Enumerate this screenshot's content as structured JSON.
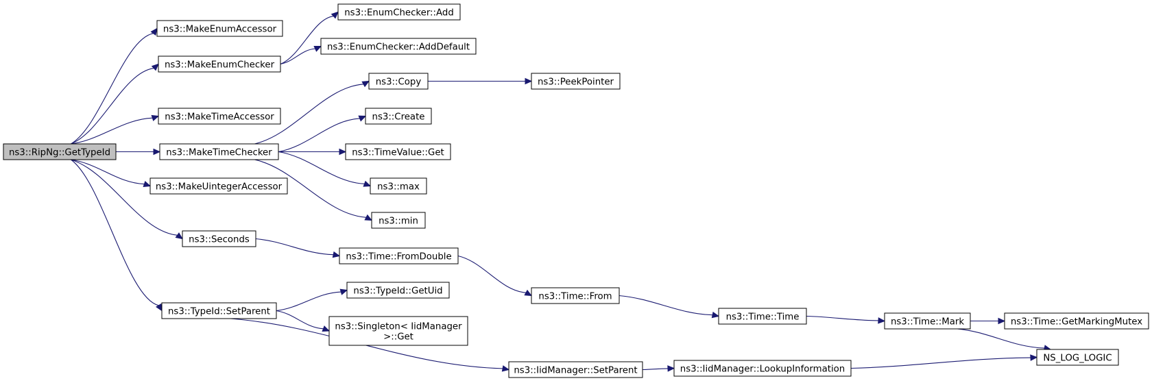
{
  "graph": {
    "nodes": [
      {
        "id": "getTypeId",
        "lines": [
          "ns3::RipNg::GetTypeId"
        ],
        "highlighted": true
      },
      {
        "id": "makeEnumAccessor",
        "lines": [
          "ns3::MakeEnumAccessor"
        ]
      },
      {
        "id": "makeEnumChecker",
        "lines": [
          "ns3::MakeEnumChecker"
        ]
      },
      {
        "id": "makeTimeAccessor",
        "lines": [
          "ns3::MakeTimeAccessor"
        ]
      },
      {
        "id": "makeTimeChecker",
        "lines": [
          "ns3::MakeTimeChecker"
        ]
      },
      {
        "id": "makeUintegerAccessor",
        "lines": [
          "ns3::MakeUintegerAccessor"
        ]
      },
      {
        "id": "seconds",
        "lines": [
          "ns3::Seconds"
        ]
      },
      {
        "id": "typeIdSetParent",
        "lines": [
          "ns3::TypeId::SetParent"
        ]
      },
      {
        "id": "enumCheckerAdd",
        "lines": [
          "ns3::EnumChecker::Add"
        ]
      },
      {
        "id": "enumCheckerAddDefault",
        "lines": [
          "ns3::EnumChecker::AddDefault"
        ]
      },
      {
        "id": "copy",
        "lines": [
          "ns3::Copy"
        ]
      },
      {
        "id": "peekPointer",
        "lines": [
          "ns3::PeekPointer"
        ]
      },
      {
        "id": "create",
        "lines": [
          "ns3::Create"
        ]
      },
      {
        "id": "timeValueGet",
        "lines": [
          "ns3::TimeValue::Get"
        ]
      },
      {
        "id": "max",
        "lines": [
          "ns3::max"
        ]
      },
      {
        "id": "min",
        "lines": [
          "ns3::min"
        ]
      },
      {
        "id": "timeFromDouble",
        "lines": [
          "ns3::Time::FromDouble"
        ]
      },
      {
        "id": "timeFrom",
        "lines": [
          "ns3::Time::From"
        ]
      },
      {
        "id": "timeTime",
        "lines": [
          "ns3::Time::Time"
        ]
      },
      {
        "id": "timeMark",
        "lines": [
          "ns3::Time::Mark"
        ]
      },
      {
        "id": "getMarkingMutex",
        "lines": [
          "ns3::Time::GetMarkingMutex"
        ]
      },
      {
        "id": "nsLogLogic",
        "lines": [
          "NS_LOG_LOGIC"
        ]
      },
      {
        "id": "typeIdGetUid",
        "lines": [
          "ns3::TypeId::GetUid"
        ]
      },
      {
        "id": "singletonGet",
        "lines": [
          "ns3::Singleton< IidManager",
          ">::Get"
        ]
      },
      {
        "id": "iidSetParent",
        "lines": [
          "ns3::IidManager::SetParent"
        ]
      },
      {
        "id": "lookupInformation",
        "lines": [
          "ns3::IidManager::LookupInformation"
        ]
      }
    ],
    "edges": [
      [
        "getTypeId",
        "makeEnumAccessor"
      ],
      [
        "getTypeId",
        "makeEnumChecker"
      ],
      [
        "getTypeId",
        "makeTimeAccessor"
      ],
      [
        "getTypeId",
        "makeTimeChecker"
      ],
      [
        "getTypeId",
        "makeUintegerAccessor"
      ],
      [
        "getTypeId",
        "seconds"
      ],
      [
        "getTypeId",
        "typeIdSetParent"
      ],
      [
        "makeEnumChecker",
        "enumCheckerAdd"
      ],
      [
        "makeEnumChecker",
        "enumCheckerAddDefault"
      ],
      [
        "makeTimeChecker",
        "copy"
      ],
      [
        "makeTimeChecker",
        "create"
      ],
      [
        "makeTimeChecker",
        "timeValueGet"
      ],
      [
        "makeTimeChecker",
        "max"
      ],
      [
        "makeTimeChecker",
        "min"
      ],
      [
        "copy",
        "peekPointer"
      ],
      [
        "seconds",
        "timeFromDouble"
      ],
      [
        "timeFromDouble",
        "timeFrom"
      ],
      [
        "timeFrom",
        "timeTime"
      ],
      [
        "timeTime",
        "timeMark"
      ],
      [
        "timeMark",
        "getMarkingMutex"
      ],
      [
        "timeMark",
        "nsLogLogic"
      ],
      [
        "typeIdSetParent",
        "typeIdGetUid"
      ],
      [
        "typeIdSetParent",
        "singletonGet"
      ],
      [
        "typeIdSetParent",
        "iidSetParent"
      ],
      [
        "iidSetParent",
        "lookupInformation"
      ],
      [
        "lookupInformation",
        "nsLogLogic"
      ]
    ]
  },
  "colors": {
    "edge": "#191970",
    "node_border": "#000000",
    "node_fill": "#ffffff",
    "highlight_fill": "#bfbfbf"
  }
}
